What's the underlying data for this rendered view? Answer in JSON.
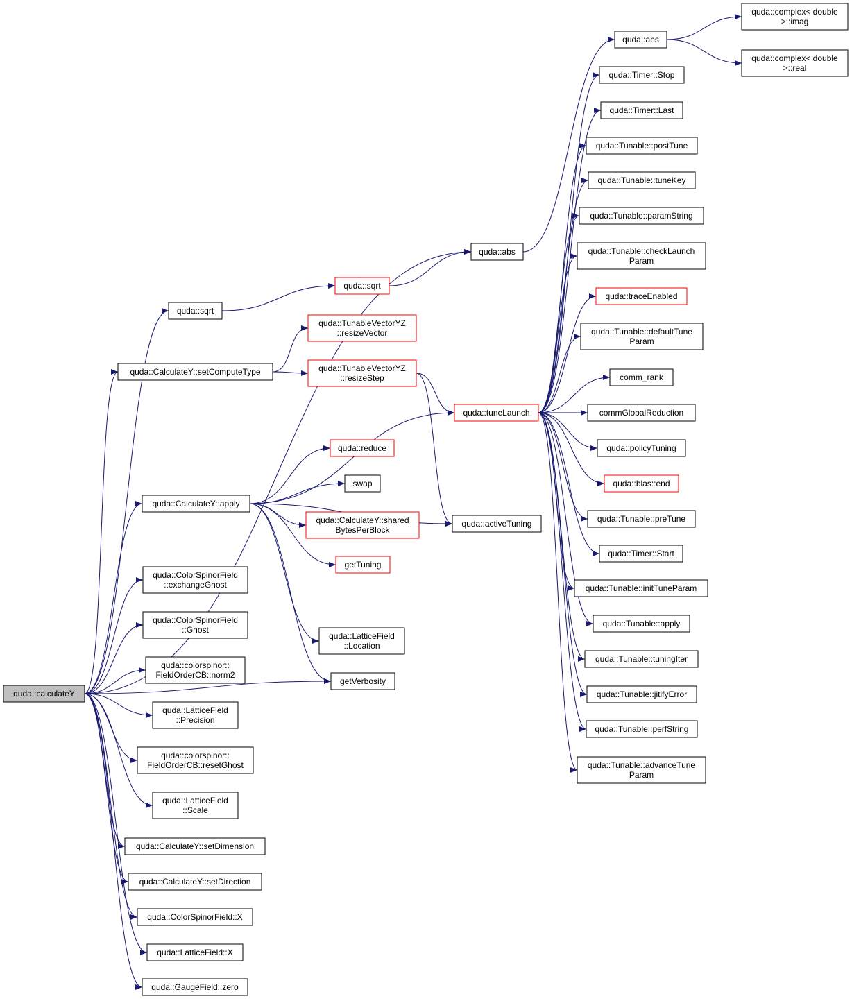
{
  "colors": {
    "edge": "#191970",
    "node_border": "#000000",
    "node_border_incomplete": "#ff0000",
    "root_fill": "#bfbfbf",
    "background": "#ffffff"
  },
  "nodes": [
    {
      "id": "calculateY",
      "lines": [
        "quda::calculateY"
      ],
      "root": true
    },
    {
      "id": "abs_main",
      "lines": [
        "quda::abs"
      ]
    },
    {
      "id": "sqrt1",
      "lines": [
        "quda::sqrt"
      ]
    },
    {
      "id": "sqrt2",
      "lines": [
        "quda::sqrt"
      ],
      "incomplete": true
    },
    {
      "id": "setComputeType",
      "lines": [
        "quda::CalculateY::setComputeType"
      ]
    },
    {
      "id": "resizeVector",
      "lines": [
        "quda::TunableVectorYZ",
        "::resizeVector"
      ],
      "incomplete": true
    },
    {
      "id": "resizeStep",
      "lines": [
        "quda::TunableVectorYZ",
        "::resizeStep"
      ],
      "incomplete": true
    },
    {
      "id": "tuneLaunch",
      "lines": [
        "quda::tuneLaunch"
      ],
      "incomplete": true
    },
    {
      "id": "apply",
      "lines": [
        "quda::CalculateY::apply"
      ]
    },
    {
      "id": "reduce",
      "lines": [
        "quda::reduce"
      ],
      "incomplete": true
    },
    {
      "id": "swap",
      "lines": [
        "swap"
      ]
    },
    {
      "id": "sharedBytes",
      "lines": [
        "quda::CalculateY::shared",
        "BytesPerBlock"
      ],
      "incomplete": true
    },
    {
      "id": "getTuning",
      "lines": [
        "getTuning"
      ],
      "incomplete": true
    },
    {
      "id": "activeTuning",
      "lines": [
        "quda::activeTuning"
      ]
    },
    {
      "id": "exchangeGhost",
      "lines": [
        "quda::ColorSpinorField",
        "::exchangeGhost"
      ]
    },
    {
      "id": "ghost",
      "lines": [
        "quda::ColorSpinorField",
        "::Ghost"
      ]
    },
    {
      "id": "norm2",
      "lines": [
        "quda::colorspinor::",
        "FieldOrderCB::norm2"
      ]
    },
    {
      "id": "location",
      "lines": [
        "quda::LatticeField",
        "::Location"
      ]
    },
    {
      "id": "getVerbosity",
      "lines": [
        "getVerbosity"
      ]
    },
    {
      "id": "precision",
      "lines": [
        "quda::LatticeField",
        "::Precision"
      ]
    },
    {
      "id": "resetGhost",
      "lines": [
        "quda::colorspinor::",
        "FieldOrderCB::resetGhost"
      ]
    },
    {
      "id": "scale",
      "lines": [
        "quda::LatticeField",
        "::Scale"
      ]
    },
    {
      "id": "setDimension",
      "lines": [
        "quda::CalculateY::setDimension"
      ]
    },
    {
      "id": "setDirection",
      "lines": [
        "quda::CalculateY::setDirection"
      ]
    },
    {
      "id": "csfX",
      "lines": [
        "quda::ColorSpinorField::X"
      ]
    },
    {
      "id": "lfX",
      "lines": [
        "quda::LatticeField::X"
      ]
    },
    {
      "id": "zero",
      "lines": [
        "quda::GaugeField::zero"
      ]
    },
    {
      "id": "abs_top",
      "lines": [
        "quda::abs"
      ]
    },
    {
      "id": "imag",
      "lines": [
        "quda::complex< double",
        " >::imag"
      ]
    },
    {
      "id": "real",
      "lines": [
        "quda::complex< double",
        " >::real"
      ]
    },
    {
      "id": "timerStop",
      "lines": [
        "quda::Timer::Stop"
      ]
    },
    {
      "id": "timerLast",
      "lines": [
        "quda::Timer::Last"
      ]
    },
    {
      "id": "postTune",
      "lines": [
        "quda::Tunable::postTune"
      ]
    },
    {
      "id": "tuneKey",
      "lines": [
        "quda::Tunable::tuneKey"
      ]
    },
    {
      "id": "paramString",
      "lines": [
        "quda::Tunable::paramString"
      ]
    },
    {
      "id": "checkLaunch",
      "lines": [
        "quda::Tunable::checkLaunch",
        "Param"
      ]
    },
    {
      "id": "traceEnabled",
      "lines": [
        "quda::traceEnabled"
      ],
      "incomplete": true
    },
    {
      "id": "defaultTune",
      "lines": [
        "quda::Tunable::defaultTune",
        "Param"
      ]
    },
    {
      "id": "commRank",
      "lines": [
        "comm_rank"
      ]
    },
    {
      "id": "commGlobal",
      "lines": [
        "commGlobalReduction"
      ]
    },
    {
      "id": "policyTuning",
      "lines": [
        "quda::policyTuning"
      ]
    },
    {
      "id": "blasEnd",
      "lines": [
        "quda::blas::end"
      ],
      "incomplete": true
    },
    {
      "id": "preTune",
      "lines": [
        "quda::Tunable::preTune"
      ]
    },
    {
      "id": "timerStart",
      "lines": [
        "quda::Timer::Start"
      ]
    },
    {
      "id": "initTune",
      "lines": [
        "quda::Tunable::initTuneParam"
      ]
    },
    {
      "id": "tunableApply",
      "lines": [
        "quda::Tunable::apply"
      ]
    },
    {
      "id": "tuningIter",
      "lines": [
        "quda::Tunable::tuningIter"
      ]
    },
    {
      "id": "jitify",
      "lines": [
        "quda::Tunable::jitifyError"
      ]
    },
    {
      "id": "perfString",
      "lines": [
        "quda::Tunable::perfString"
      ]
    },
    {
      "id": "advanceTune",
      "lines": [
        "quda::Tunable::advanceTune",
        "Param"
      ]
    }
  ],
  "edges": [
    [
      "calculateY",
      "abs_main"
    ],
    [
      "calculateY",
      "sqrt1"
    ],
    [
      "calculateY",
      "setComputeType"
    ],
    [
      "calculateY",
      "apply"
    ],
    [
      "calculateY",
      "getVerbosity"
    ],
    [
      "calculateY",
      "exchangeGhost"
    ],
    [
      "calculateY",
      "ghost"
    ],
    [
      "calculateY",
      "norm2"
    ],
    [
      "calculateY",
      "precision"
    ],
    [
      "calculateY",
      "resetGhost"
    ],
    [
      "calculateY",
      "scale"
    ],
    [
      "calculateY",
      "setDimension"
    ],
    [
      "calculateY",
      "setDirection"
    ],
    [
      "calculateY",
      "csfX"
    ],
    [
      "calculateY",
      "lfX"
    ],
    [
      "calculateY",
      "zero"
    ],
    [
      "sqrt1",
      "sqrt2"
    ],
    [
      "sqrt2",
      "abs_main"
    ],
    [
      "setComputeType",
      "resizeVector"
    ],
    [
      "setComputeType",
      "resizeStep"
    ],
    [
      "resizeStep",
      "tuneLaunch"
    ],
    [
      "resizeStep",
      "activeTuning"
    ],
    [
      "apply",
      "tuneLaunch"
    ],
    [
      "apply",
      "reduce"
    ],
    [
      "apply",
      "swap"
    ],
    [
      "apply",
      "sharedBytes"
    ],
    [
      "apply",
      "getTuning"
    ],
    [
      "apply",
      "activeTuning"
    ],
    [
      "apply",
      "location"
    ],
    [
      "apply",
      "getVerbosity"
    ],
    [
      "abs_main",
      "abs_top"
    ],
    [
      "abs_top",
      "imag"
    ],
    [
      "abs_top",
      "real"
    ],
    [
      "tuneLaunch",
      "timerStop"
    ],
    [
      "tuneLaunch",
      "timerLast"
    ],
    [
      "tuneLaunch",
      "postTune"
    ],
    [
      "tuneLaunch",
      "tuneKey"
    ],
    [
      "tuneLaunch",
      "paramString"
    ],
    [
      "tuneLaunch",
      "checkLaunch"
    ],
    [
      "tuneLaunch",
      "traceEnabled"
    ],
    [
      "tuneLaunch",
      "defaultTune"
    ],
    [
      "tuneLaunch",
      "commRank"
    ],
    [
      "tuneLaunch",
      "commGlobal"
    ],
    [
      "tuneLaunch",
      "policyTuning"
    ],
    [
      "tuneLaunch",
      "blasEnd"
    ],
    [
      "tuneLaunch",
      "preTune"
    ],
    [
      "tuneLaunch",
      "timerStart"
    ],
    [
      "tuneLaunch",
      "initTune"
    ],
    [
      "tuneLaunch",
      "tunableApply"
    ],
    [
      "tuneLaunch",
      "tuningIter"
    ],
    [
      "tuneLaunch",
      "jitify"
    ],
    [
      "tuneLaunch",
      "perfString"
    ],
    [
      "tuneLaunch",
      "advanceTune"
    ]
  ]
}
